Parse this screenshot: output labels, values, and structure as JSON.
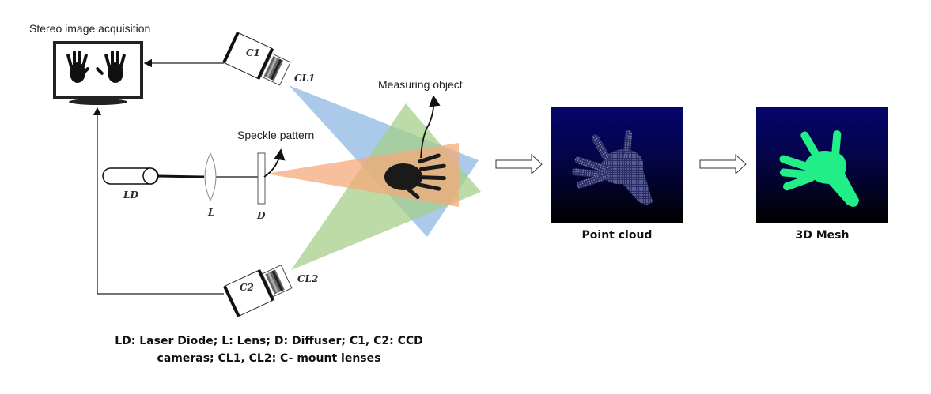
{
  "diagram": {
    "title_stereo": "Stereo image acquisition",
    "label_speckle": "Speckle pattern",
    "label_measuring": "Measuring object",
    "components": {
      "camera1": "C1",
      "lens1": "CL1",
      "camera2": "C2",
      "lens2": "CL2",
      "laser": "LD",
      "lens": "L",
      "diffuser": "D"
    },
    "beam_colors": {
      "camera1_view": "#8fb8e3",
      "camera2_view": "#a6cf8a",
      "laser_beam": "#f4a97a"
    },
    "legend_line1": "LD: Laser Diode; L: Lens; D: Diffuser; C1, C2: CCD",
    "legend_line2": "cameras; CL1, CL2:  C- mount lenses",
    "stages": [
      {
        "caption": "Point cloud"
      },
      {
        "caption": "3D Mesh"
      }
    ],
    "mesh_color": "#22ee88"
  }
}
